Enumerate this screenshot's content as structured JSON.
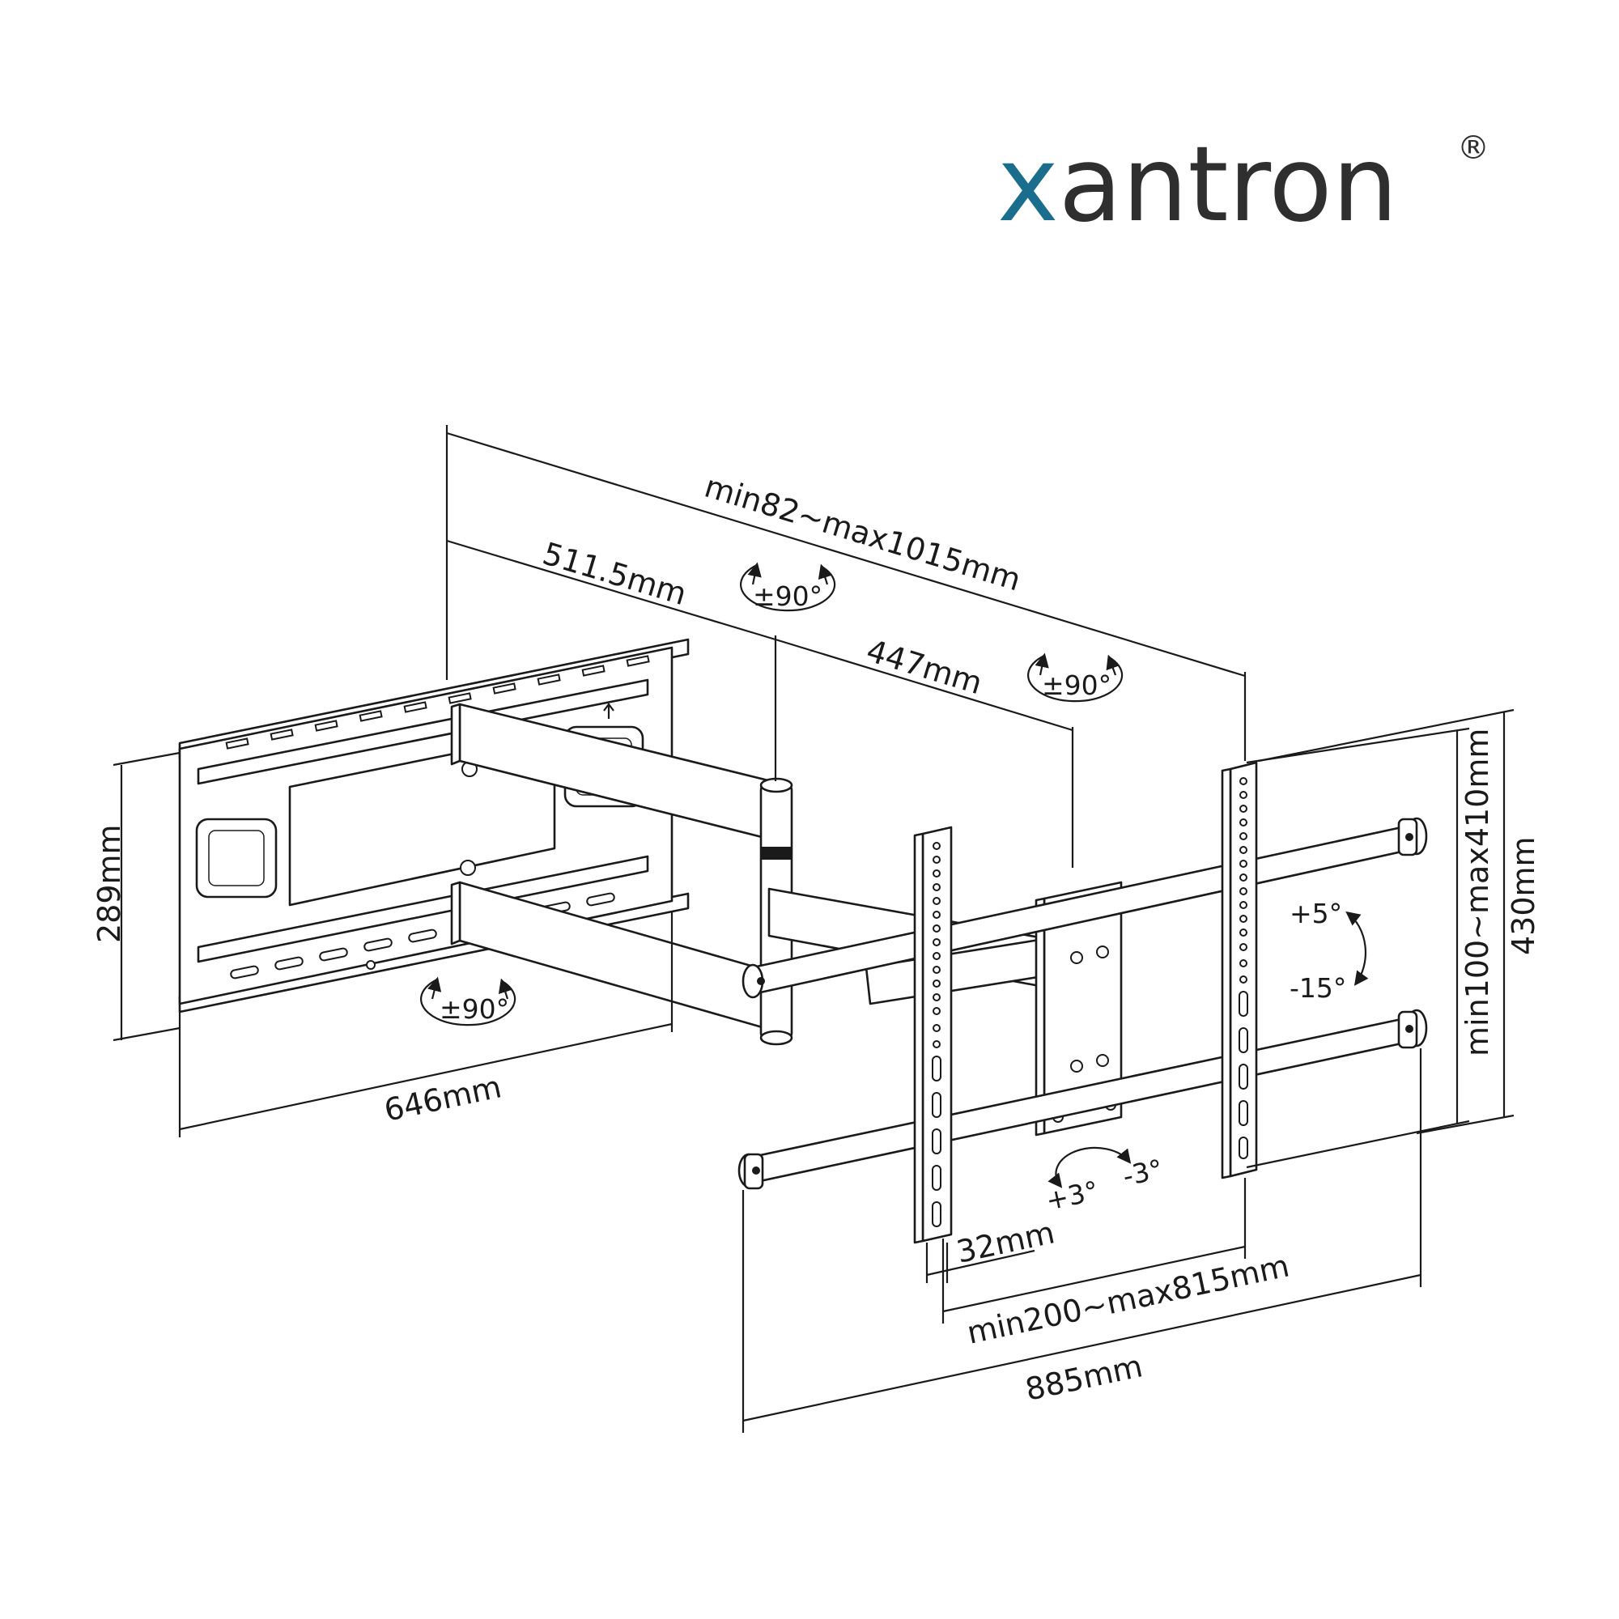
{
  "brand": {
    "name_x": "x",
    "name_rest": "antron",
    "registered": "®",
    "accent_color": "#1b6d8d",
    "text_color": "#2f2f2f"
  },
  "dimensions": {
    "overall_extension": "min82~max1015mm",
    "arm_first": "511.5mm",
    "arm_second": "447mm",
    "wall_plate_height": "289mm",
    "wall_plate_width": "646mm",
    "bracket_width": "32mm",
    "vesa_horizontal": "min200~max815mm",
    "rails_total_width": "885mm",
    "vesa_vertical": "min100~max410mm",
    "bracket_height": "430mm"
  },
  "angles": {
    "swivel_top": "±90°",
    "swivel_middle": "±90°",
    "swivel_wall": "±90°",
    "tilt_up": "+5°",
    "tilt_down": "-15°",
    "rotate_plus": "+3°",
    "rotate_minus": "-3°"
  }
}
